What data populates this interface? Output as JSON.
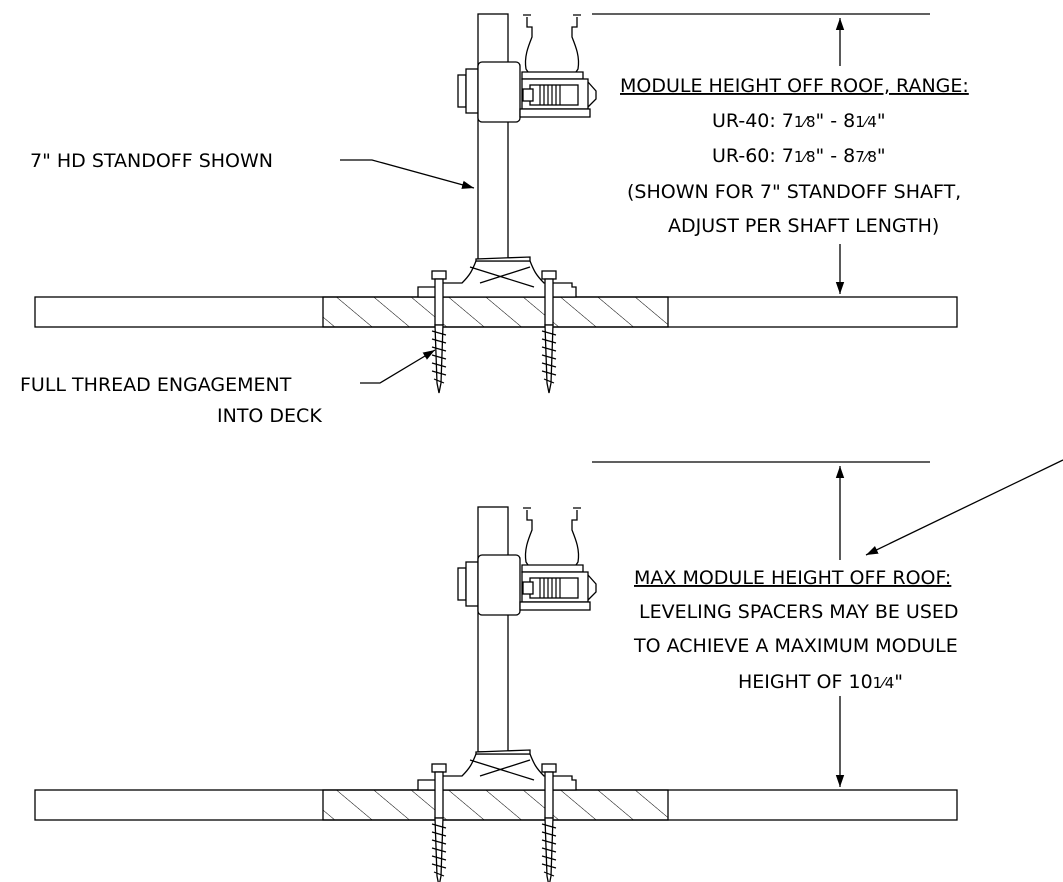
{
  "detail_top": {
    "standoff_label": "7\" HD STANDOFF SHOWN",
    "thread_label_line1": "FULL THREAD ENGAGEMENT",
    "thread_label_line2": "INTO DECK",
    "height_title": "MODULE HEIGHT OFF ROOF, RANGE:",
    "ur40": {
      "prefix": "UR-40: 7",
      "frac1": "1⁄8",
      "mid": "\" - 8",
      "frac2": "1⁄4",
      "suffix": "\""
    },
    "ur60": {
      "prefix": "UR-60: 7",
      "frac1": "1⁄8",
      "mid": "\" - 8",
      "frac2": "7⁄8",
      "suffix": "\""
    },
    "note_line1": "(SHOWN FOR 7\" STANDOFF SHAFT,",
    "note_line2": "ADJUST PER SHAFT LENGTH)"
  },
  "detail_bottom": {
    "max_title": "MAX MODULE HEIGHT OFF ROOF:",
    "line1": "LEVELING SPACERS MAY BE USED",
    "line2": "TO ACHIEVE A MAXIMUM MODULE",
    "line3_prefix": "HEIGHT OF 10",
    "line3_frac": "1⁄4",
    "line3_suffix": "\""
  }
}
